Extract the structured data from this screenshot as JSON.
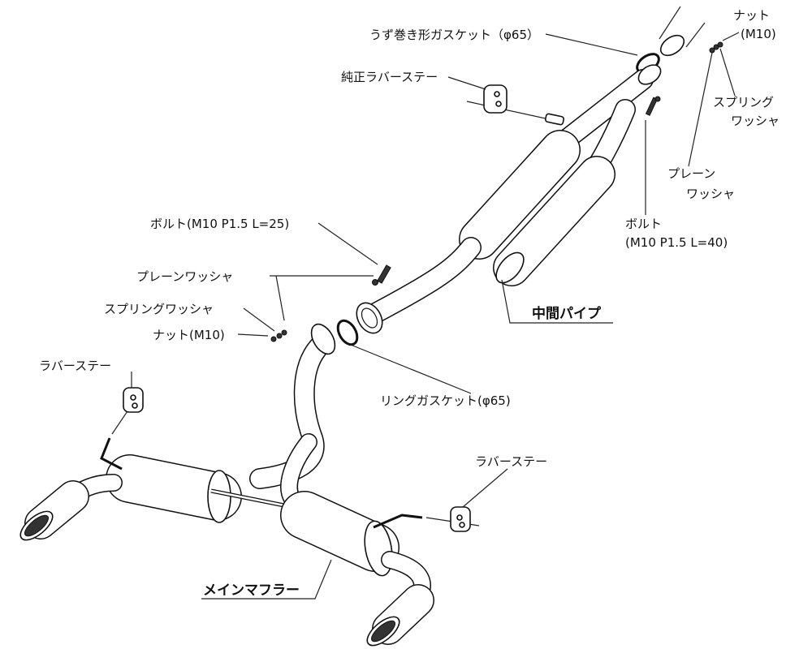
{
  "labels": {
    "spiral_gasket": "うず巻き形ガスケット（φ65）",
    "nut_top": "ナット",
    "nut_top_size": "(M10)",
    "oem_rubber_stay": "純正ラバーステー",
    "spring_washer_top_1": "スプリング",
    "spring_washer_top_2": "ワッシャ",
    "plain_washer_top_1": "プレーン",
    "plain_washer_top_2": "ワッシャ",
    "bolt_top": "ボルト",
    "bolt_top_size": "(M10 P1.5 L=40)",
    "bolt_mid": "ボルト(M10 P1.5 L=25)",
    "plain_washer_mid": "プレーンワッシャ",
    "spring_washer_mid": "スプリングワッシャ",
    "nut_mid": "ナット(M10)",
    "center_pipe": "中間パイプ",
    "rubber_stay_left": "ラバーステー",
    "ring_gasket": "リングガスケット(φ65)",
    "rubber_stay_right": "ラバーステー",
    "main_muffler": "メインマフラー"
  }
}
